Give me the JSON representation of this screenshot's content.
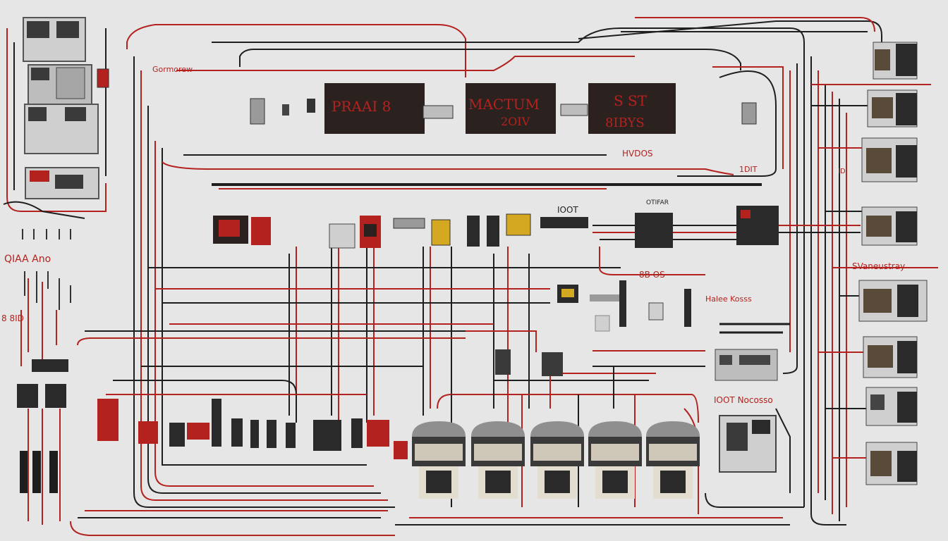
{
  "colors": {
    "background": "#e6e6e6",
    "wire_red": "#b3221f",
    "wire_black": "#1e1e1e",
    "panel_dark": "#2b2220",
    "module_gray": "#c9c9c9"
  },
  "panels": [
    {
      "id": "panel-left",
      "text_line1": "PRAAI 8",
      "text_line2": ""
    },
    {
      "id": "panel-center",
      "text_line1": "MACTUM",
      "text_line2": "2OIV"
    },
    {
      "id": "panel-right",
      "text_line1": "S ST",
      "text_line2": "8IBYS"
    }
  ],
  "labels": {
    "top_left": "Gormorew",
    "center_right_top": "HVDOS",
    "right_1": "1DIT",
    "right_2": "IDI",
    "mid_center": "IOOT",
    "mid_meter": "OTIFAR",
    "right_mid": "SVaneustray",
    "right_mid2": "8B OS",
    "right_section": "Halee Kosss",
    "right_lower": "IOOT Nocosso",
    "left_1": "QIAA Ano",
    "left_2": "8 8ID"
  },
  "icons": {
    "component": "relay-module-icon",
    "bulb": "vacuum-bulb-icon",
    "fuse": "fuse-icon",
    "connector": "connector-icon"
  }
}
